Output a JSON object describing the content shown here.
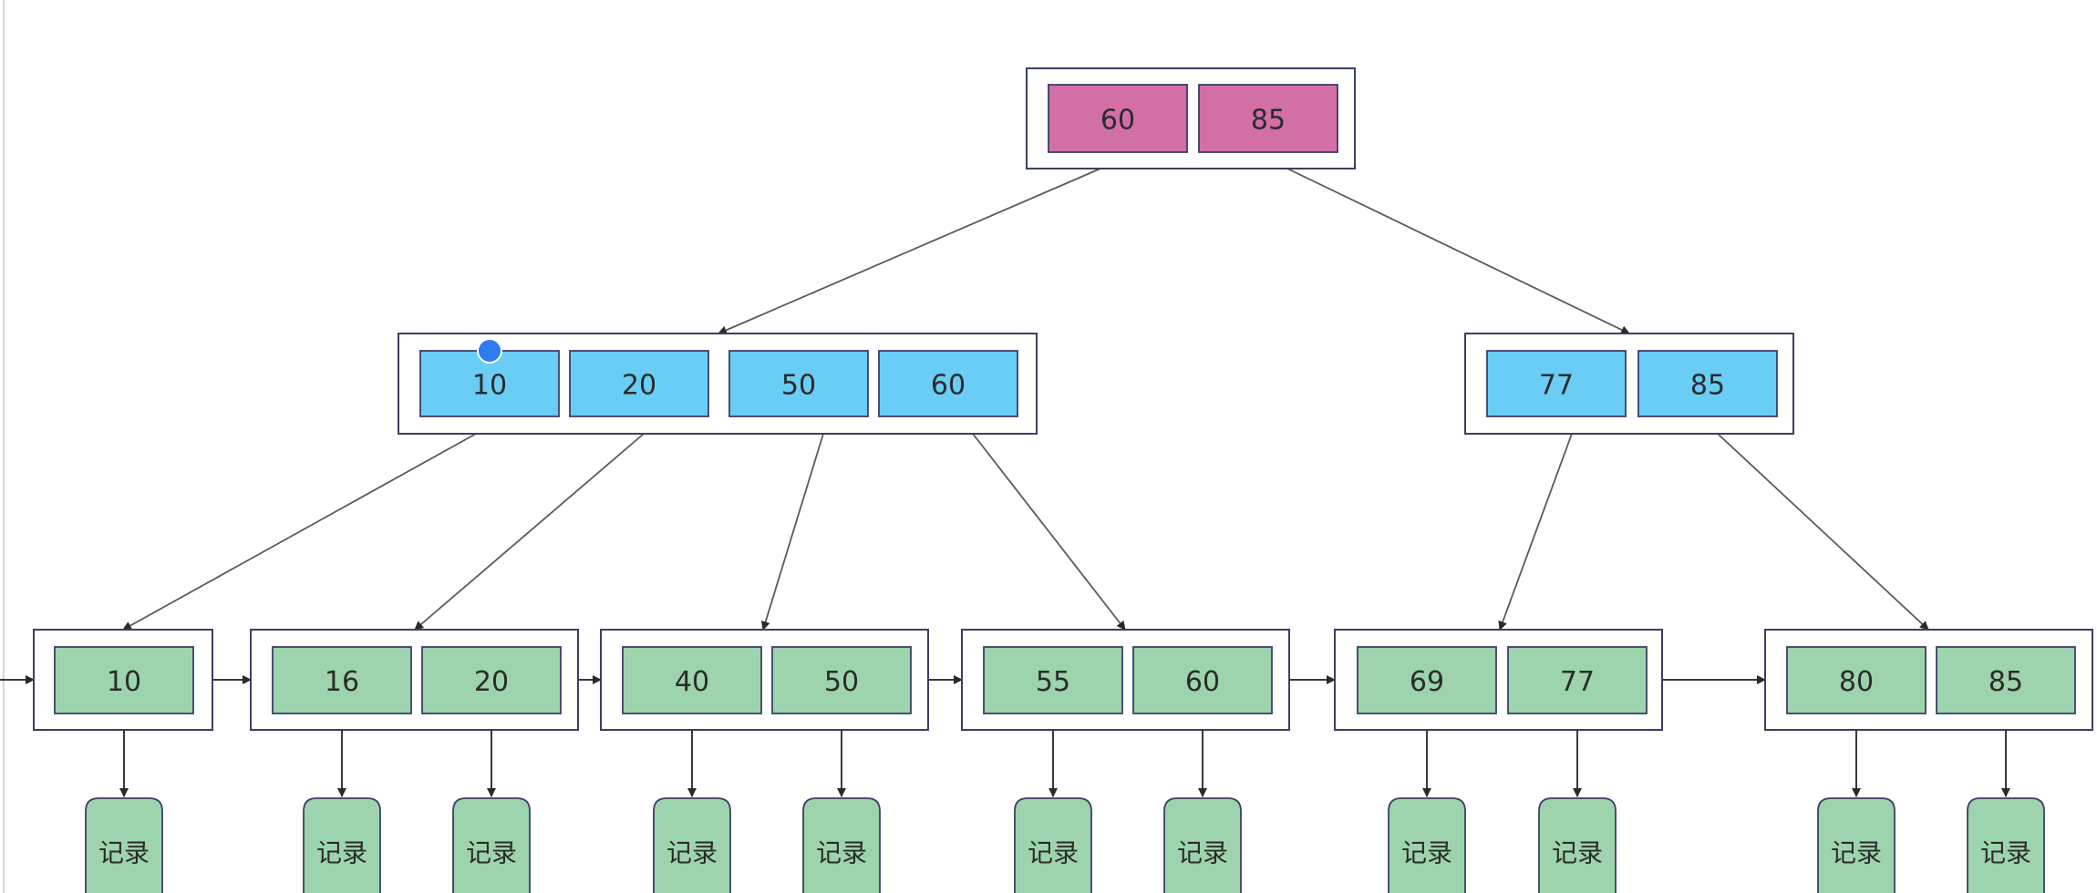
{
  "colors": {
    "root_fill": "#d26fa6",
    "internal_fill": "#69cdf5",
    "leaf_fill": "#9dd4ad",
    "border": "#3b3f66",
    "selection_handle": "#2f7cf1"
  },
  "tree": {
    "root": {
      "keys": [
        "60",
        "85"
      ]
    },
    "internal": [
      {
        "keys": [
          "10",
          "20",
          "50",
          "60"
        ]
      },
      {
        "keys": [
          "77",
          "85"
        ]
      }
    ],
    "leaves": [
      {
        "keys": [
          "10"
        ]
      },
      {
        "keys": [
          "16",
          "20"
        ]
      },
      {
        "keys": [
          "40",
          "50"
        ]
      },
      {
        "keys": [
          "55",
          "60"
        ]
      },
      {
        "keys": [
          "69",
          "77"
        ]
      },
      {
        "keys": [
          "80",
          "85"
        ]
      }
    ],
    "record_label": "记录"
  }
}
